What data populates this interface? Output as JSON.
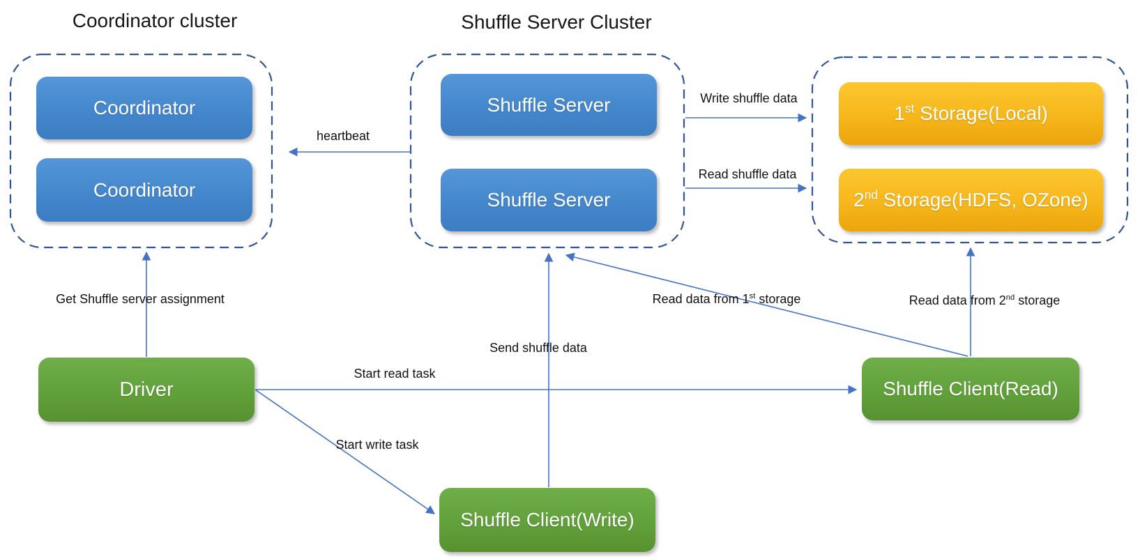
{
  "titles": {
    "coordinator_cluster": "Coordinator cluster",
    "shuffle_server_cluster": "Shuffle Server Cluster"
  },
  "clusters": {
    "coordinator": {
      "nodes": [
        "Coordinator",
        "Coordinator"
      ]
    },
    "shuffle_server": {
      "nodes": [
        "Shuffle Server",
        "Shuffle Server"
      ]
    },
    "storage": {
      "nodes": [
        {
          "prefix": "1",
          "sup": "st",
          "rest": " Storage(Local)"
        },
        {
          "prefix": "2",
          "sup": "nd",
          "rest": " Storage(HDFS, OZone)"
        }
      ]
    }
  },
  "nodes": {
    "driver": "Driver",
    "shuffle_client_write": "Shuffle Client(Write)",
    "shuffle_client_read": "Shuffle Client(Read)"
  },
  "edge_labels": {
    "heartbeat": "heartbeat",
    "write_shuffle_data": "Write shuffle data",
    "read_shuffle_data": "Read shuffle data",
    "get_assignment": "Get Shuffle server assignment",
    "send_shuffle_data": "Send shuffle data",
    "start_read_task": "Start read task",
    "start_write_task": "Start write task",
    "read_first": {
      "prefix": "Read data from 1",
      "sup": "st",
      "rest": " storage"
    },
    "read_second": {
      "prefix": "Read data from 2",
      "sup": "nd",
      "rest": " storage"
    }
  },
  "colors": {
    "blue_node_top": "#5496D8",
    "blue_node_bottom": "#3D7DC2",
    "green_node_top": "#6FAE4A",
    "green_node_bottom": "#579130",
    "gold_node_top": "#FDC62F",
    "gold_node_bottom": "#ECA50C",
    "cluster_border": "#2F5597",
    "arrow": "#4472C4",
    "label_text": "#111111",
    "node_text": "#FFFFFF"
  }
}
